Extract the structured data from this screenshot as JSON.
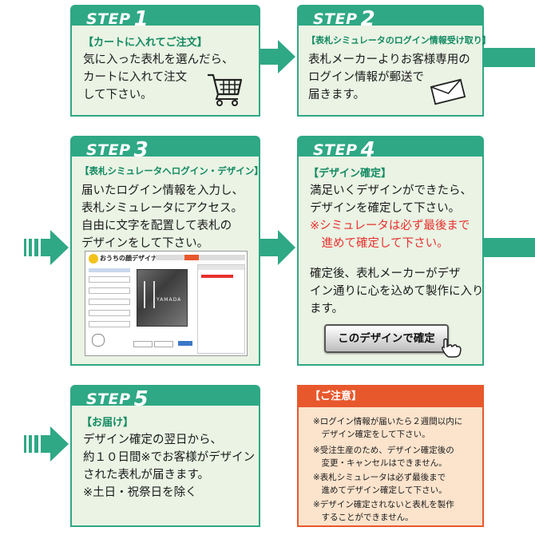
{
  "colors": {
    "accent": "#2fa885",
    "card_bg": "#eaf3e4",
    "heading": "#128a62",
    "warning": "#e8302e",
    "notice": "#e8582d"
  },
  "steps": [
    {
      "label": "STEP",
      "number": "1",
      "heading": "【カートに入れてご注文】",
      "body": "気に入った表札を選んだら、\nカートに入れて注文\nして下さい。",
      "icon": "shopping-cart-icon"
    },
    {
      "label": "STEP",
      "number": "2",
      "heading": "【表札シミュレータのログイン情報受け取り】",
      "body": "表札メーカーよりお客様専用の\nログイン情報が郵送で\n届きます。",
      "icon": "envelope-icon"
    },
    {
      "label": "STEP",
      "number": "3",
      "heading": "【表札シミュレータへログイン・デザイン】",
      "body": "届いたログイン情報を入力し、\n表札シミュレータにアクセス。\n自由に文字を配置して表札の\nデザインをして下さい。",
      "screenshot": {
        "app_title": "おうちの顔デザイナー",
        "nameplate_text": "YAMADA"
      }
    },
    {
      "label": "STEP",
      "number": "4",
      "heading": "【デザイン確定】",
      "body": "満足いくデザインができたら、\nデザインを確定して下さい。",
      "warning": "※シミュレータは必ず最後まで\n　進めて確定して下さい。",
      "body2": "確定後、表札メーカーがデザ\nイン通りに心を込めて製作に入り\nます。",
      "button_label": "このデザインで確定",
      "icon": "pointer-hand-icon"
    },
    {
      "label": "STEP",
      "number": "5",
      "heading": "【お届け】",
      "body": "デザイン確定の翌日から、\n約１０日間※でお客様がデザイン\nされた表札が届きます。\n※土日・祝祭日を除く"
    }
  ],
  "notice": {
    "title": "【ご注意】",
    "items": [
      {
        "text": "※ログイン情報が届いたら２週間以内に\n　デザイン確定をして下さい。",
        "emphasis": true
      },
      {
        "text": "※受注生産のため、デザイン確定後の\n　変更・キャンセルはできません。",
        "emphasis": false
      },
      {
        "text": "※表札シミュレータは必ず最後まで\n　進めてデザイン確定して下さい。",
        "emphasis": false
      },
      {
        "text": "※デザイン確定されないと表札を製作\n　することができません。",
        "emphasis": false
      }
    ]
  }
}
